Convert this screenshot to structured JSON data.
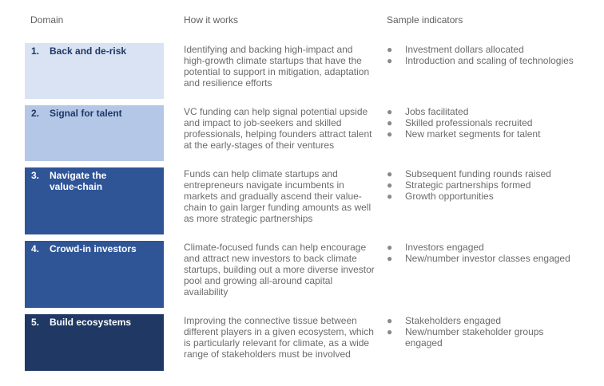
{
  "headers": {
    "domain": "Domain",
    "how": "How it works",
    "indicators": "Sample indicators"
  },
  "rows": [
    {
      "num": "1.",
      "label": "Back and de-risk",
      "how": "Identifying and backing high-impact and high-growth climate startups that have the potential to support in mitigation, adaptation and resilience efforts",
      "indicators": [
        "Investment dollars allocated",
        "Introduction and scaling of technologies"
      ],
      "box_color": "#dae3f3",
      "text_color": "#1f3864"
    },
    {
      "num": "2.",
      "label": "Signal for talent",
      "how": "VC funding can help signal potential upside and impact to job-seekers and skilled professionals, helping founders attract talent at the early-stages of their ventures",
      "indicators": [
        "Jobs facilitated",
        "Skilled professionals recruited",
        "New market segments for talent"
      ],
      "box_color": "#b4c7e7",
      "text_color": "#1f3864"
    },
    {
      "num": "3.",
      "label": "Navigate the value-chain",
      "how": "Funds can help climate startups and entrepreneurs navigate incumbents in markets and gradually ascend their value-chain to gain larger funding amounts as well as more strategic partnerships",
      "indicators": [
        "Subsequent funding rounds raised",
        "Strategic partnerships formed",
        "Growth opportunities"
      ],
      "box_color": "#2f5597",
      "text_color": "#ffffff"
    },
    {
      "num": "4.",
      "label": "Crowd-in investors",
      "how": "Climate-focused funds can help encourage and attract new investors to back climate startups, building out a more diverse investor pool and growing all-around capital availability",
      "indicators": [
        "Investors engaged",
        "New/number investor classes engaged"
      ],
      "box_color": "#2f5597",
      "text_color": "#ffffff"
    },
    {
      "num": "5.",
      "label": "Build ecosystems",
      "how": "Improving the connective tissue between different players in a given ecosystem, which is particularly relevant for climate, as a wide range of stakeholders must be involved",
      "indicators": [
        "Stakeholders engaged",
        "New/number stakeholder groups engaged"
      ],
      "box_color": "#1f3864",
      "text_color": "#ffffff"
    }
  ],
  "bullet": "●"
}
